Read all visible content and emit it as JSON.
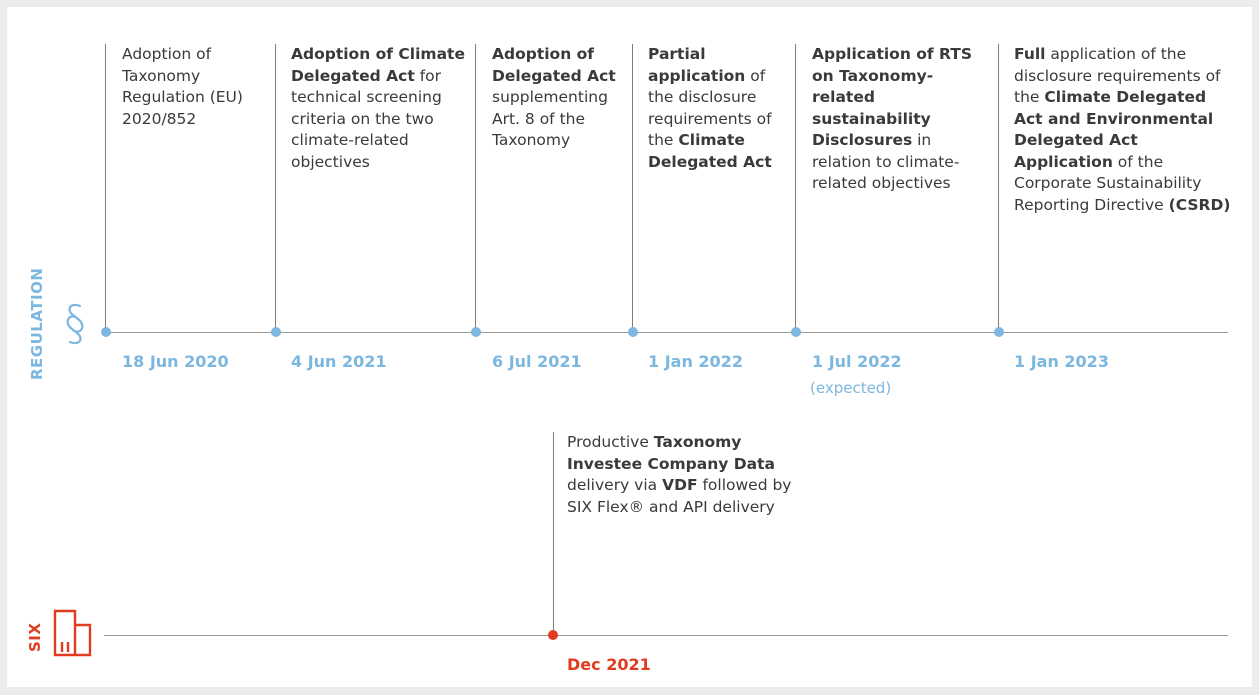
{
  "regulation": {
    "label": "REGULATION",
    "icon": "section-sign-icon",
    "color": "#7cb7df",
    "events": [
      {
        "date": "18 Jun 2020",
        "text_parts": [
          {
            "t": "Adoption of Taxonomy Regulation (EU) 2020/852",
            "b": false
          }
        ]
      },
      {
        "date": "4 Jun 2021",
        "text_parts": [
          {
            "t": "Adoption of Climate Delegated Act",
            "b": true
          },
          {
            "t": " for technical screening criteria on the two climate-related objectives",
            "b": false
          }
        ]
      },
      {
        "date": "6 Jul 2021",
        "text_parts": [
          {
            "t": "Adoption of Delegated Act",
            "b": true
          },
          {
            "t": " supplementing Art. 8 of the Taxonomy",
            "b": false
          }
        ]
      },
      {
        "date": "1 Jan 2022",
        "text_parts": [
          {
            "t": "Partial application",
            "b": true
          },
          {
            "t": " of the disclosure requirements of the ",
            "b": false
          },
          {
            "t": "Climate Delegated Act",
            "b": true
          }
        ]
      },
      {
        "date": "1 Jul 2022",
        "sub": "(expected)",
        "text_parts": [
          {
            "t": "Application of RTS on Taxonomy-related sustainability Disclosures",
            "b": true
          },
          {
            "t": " in relation to climate-related objectives",
            "b": false
          }
        ]
      },
      {
        "date": "1 Jan 2023",
        "text_parts": [
          {
            "t": "Full",
            "b": true
          },
          {
            "t": " application of the disclosure requirements of the ",
            "b": false
          },
          {
            "t": "Climate Delegated Act and Environmental Delegated Act Application",
            "b": true
          },
          {
            "t": " of the Corporate Sustainability Reporting Directive ",
            "b": false
          },
          {
            "t": "(CSRD)",
            "b": true
          }
        ]
      }
    ]
  },
  "six": {
    "label": "SIX",
    "icon": "building-icon",
    "color": "#e23c1e",
    "events": [
      {
        "date": "Dec 2021",
        "text_parts": [
          {
            "t": "Productive ",
            "b": false
          },
          {
            "t": "Taxonomy Investee Company Data",
            "b": true
          },
          {
            "t": " delivery via ",
            "b": false
          },
          {
            "t": "VDF",
            "b": true
          },
          {
            "t": " followed by SIX Flex® and API delivery",
            "b": false
          }
        ]
      }
    ]
  }
}
